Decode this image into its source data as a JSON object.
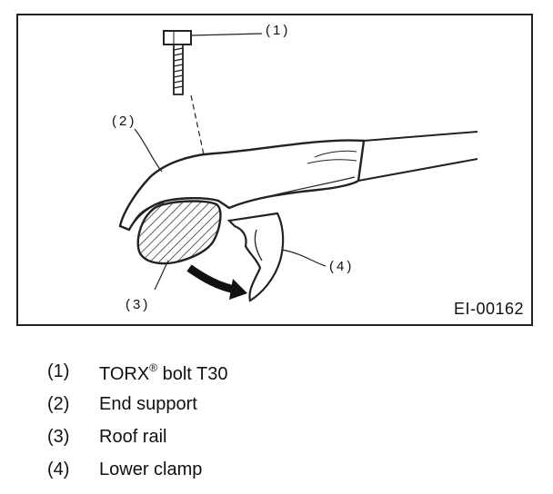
{
  "figure": {
    "id": "EI-00162",
    "callouts": [
      "(1)",
      "(2)",
      "(3)",
      "(4)"
    ]
  },
  "legend": [
    {
      "num": "(1)",
      "label": "TORX",
      "sup": "®",
      "label_rest": " bolt T30"
    },
    {
      "num": "(2)",
      "label": "End support"
    },
    {
      "num": "(3)",
      "label": "Roof rail"
    },
    {
      "num": "(4)",
      "label": "Lower clamp"
    }
  ]
}
